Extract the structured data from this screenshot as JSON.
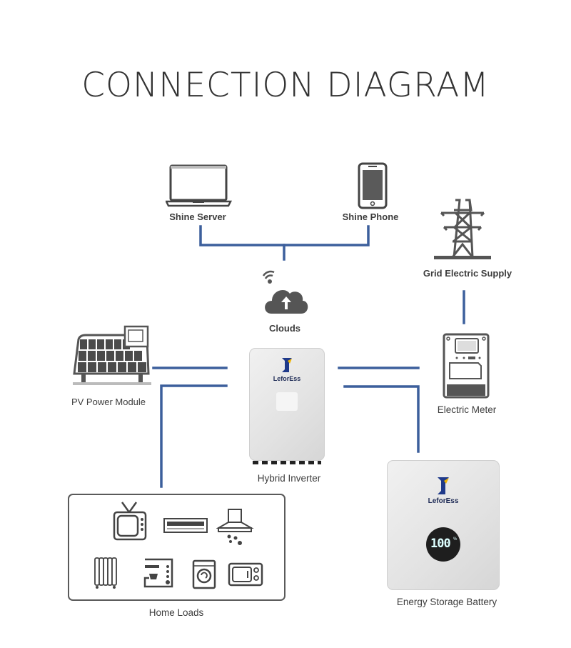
{
  "title": "CONNECTION DIAGRAM",
  "accent_color": "#3c5f9c",
  "nodes": {
    "shine_server": {
      "label": "Shine Server",
      "icon": "laptop-icon"
    },
    "shine_phone": {
      "label": "Shine Phone",
      "icon": "smartphone-icon"
    },
    "clouds": {
      "label": "Clouds",
      "icon": "cloud-upload-icon",
      "badge_icon": "wifi-icon"
    },
    "grid": {
      "label": "Grid Electric Supply",
      "icon": "transmission-tower-icon"
    },
    "pv": {
      "label": "PV Power Module",
      "icon": "solar-panel-icon"
    },
    "inverter": {
      "label": "Hybrid Inverter",
      "brand": "LeforEss",
      "icon": "inverter-device-icon"
    },
    "meter": {
      "label": "Electric Meter",
      "icon": "electric-meter-icon"
    },
    "battery": {
      "label": "Energy Storage Battery",
      "brand": "LeforEss",
      "display_value": "100",
      "display_unit": "%",
      "icon": "battery-device-icon"
    },
    "home_loads": {
      "label": "Home Loads",
      "appliances": [
        "tv-icon",
        "air-conditioner-icon",
        "range-hood-icon",
        "radiator-icon",
        "coffee-machine-icon",
        "washing-machine-icon",
        "microwave-icon"
      ]
    }
  },
  "connections": [
    [
      "Shine Server",
      "Clouds"
    ],
    [
      "Shine Phone",
      "Clouds"
    ],
    [
      "PV Power Module",
      "Hybrid Inverter"
    ],
    [
      "Hybrid Inverter",
      "Home Loads"
    ],
    [
      "Hybrid Inverter",
      "Electric Meter"
    ],
    [
      "Hybrid Inverter",
      "Energy Storage Battery"
    ],
    [
      "Grid Electric Supply",
      "Electric Meter"
    ]
  ]
}
